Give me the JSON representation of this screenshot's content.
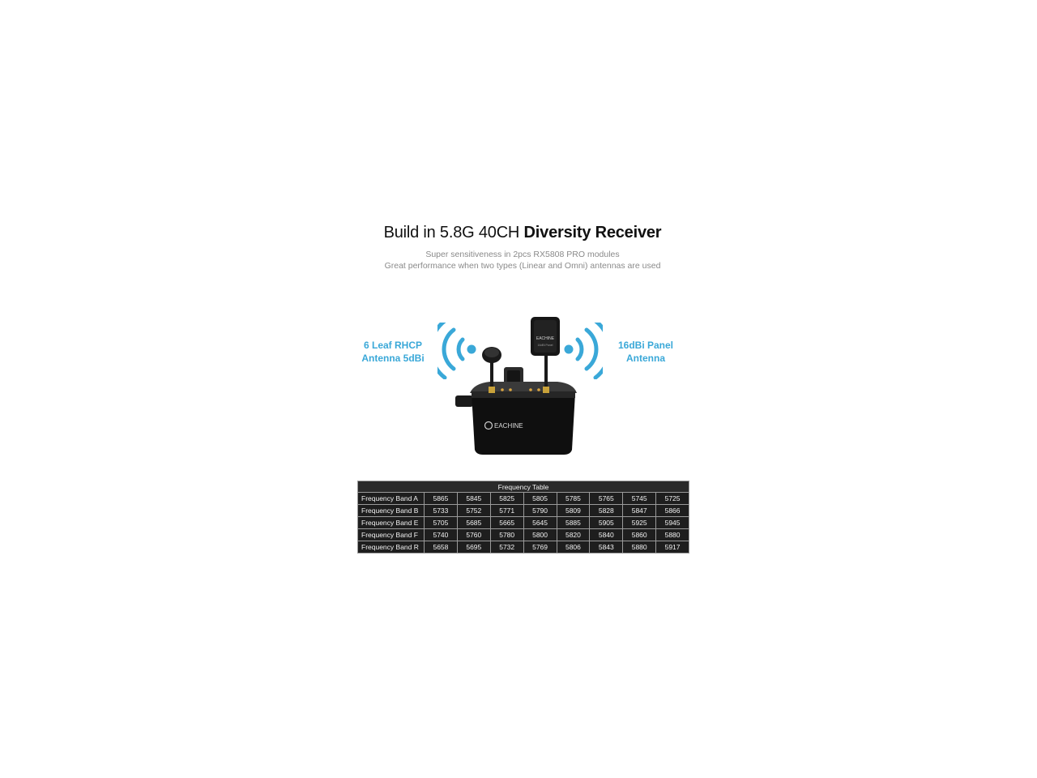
{
  "headline": {
    "light": "Build in 5.8G 40CH ",
    "bold": "Diversity Receiver"
  },
  "subtitles": [
    "Super sensitiveness in 2pcs RX5808 PRO modules",
    "Great performance when two types (Linear and Omni) antennas are used"
  ],
  "antenna_left": {
    "line1": "6 Leaf RHCP",
    "line2": "Antenna 5dBi"
  },
  "antenna_right": {
    "line1": "16dBi Panel",
    "line2": "Antenna"
  },
  "product": {
    "brand_logo": "EACHINE",
    "panel_label": "EACHINE",
    "panel_sub": "16dBi Panel"
  },
  "colors": {
    "accent": "#3aa8d8",
    "table_bg": "#1e1e1e"
  },
  "table": {
    "caption": "Frequency Table",
    "rows": [
      {
        "band": "Frequency Band A",
        "values": [
          "5865",
          "5845",
          "5825",
          "5805",
          "5785",
          "5765",
          "5745",
          "5725"
        ]
      },
      {
        "band": "Frequency Band B",
        "values": [
          "5733",
          "5752",
          "5771",
          "5790",
          "5809",
          "5828",
          "5847",
          "5866"
        ]
      },
      {
        "band": "Frequency Band E",
        "values": [
          "5705",
          "5685",
          "5665",
          "5645",
          "5885",
          "5905",
          "5925",
          "5945"
        ]
      },
      {
        "band": "Frequency Band F",
        "values": [
          "5740",
          "5760",
          "5780",
          "5800",
          "5820",
          "5840",
          "5860",
          "5880"
        ]
      },
      {
        "band": "Frequency Band R",
        "values": [
          "5658",
          "5695",
          "5732",
          "5769",
          "5806",
          "5843",
          "5880",
          "5917"
        ]
      }
    ]
  }
}
